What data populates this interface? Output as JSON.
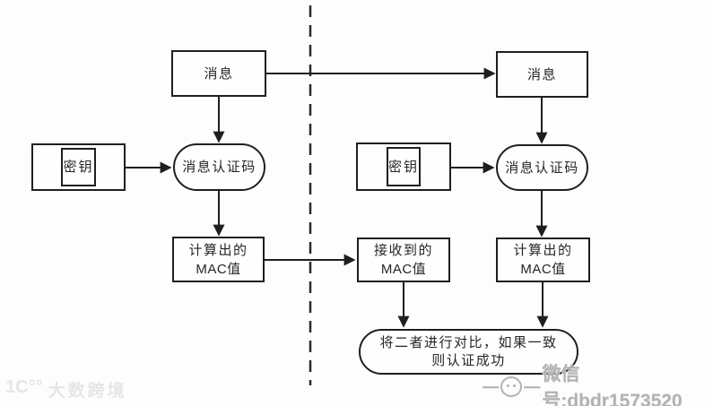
{
  "diagram": {
    "description": "MAC (message authentication code) computation and verification flow, sender side on the left of a dashed divider and receiver side on the right"
  },
  "nodes": {
    "message_left": {
      "label": "消息"
    },
    "message_right": {
      "label": "消息"
    },
    "key_left": {
      "label": "密钥"
    },
    "key_right": {
      "label": "密钥"
    },
    "mac_func_left": {
      "label": "消息认证码"
    },
    "mac_func_right": {
      "label": "消息认证码"
    },
    "calc_mac_left": {
      "line1": "计算出的",
      "line2": "MAC值"
    },
    "recv_mac": {
      "line1": "接收到的",
      "line2": "MAC值"
    },
    "calc_mac_right": {
      "line1": "计算出的",
      "line2": "MAC值"
    },
    "compare": {
      "line1": "将二者进行对比，如果一致",
      "line2": "则认证成功"
    }
  },
  "edges": [
    {
      "from": "message_left",
      "to": "mac_func_left"
    },
    {
      "from": "message_left",
      "to": "message_right"
    },
    {
      "from": "key_left",
      "to": "mac_func_left"
    },
    {
      "from": "mac_func_left",
      "to": "calc_mac_left"
    },
    {
      "from": "calc_mac_left",
      "to": "recv_mac"
    },
    {
      "from": "message_right",
      "to": "mac_func_right"
    },
    {
      "from": "key_right",
      "to": "mac_func_right"
    },
    {
      "from": "mac_func_right",
      "to": "calc_mac_right"
    },
    {
      "from": "recv_mac",
      "to": "compare"
    },
    {
      "from": "calc_mac_right",
      "to": "compare"
    }
  ],
  "watermarks": {
    "left": {
      "logo": "1C°°",
      "text": "大数跨境"
    },
    "right": {
      "dash": "—",
      "text": "微信号:dbdr1573520"
    }
  },
  "colors": {
    "line": "#1f1f1f",
    "text": "#262626",
    "background": "#fdfdfd",
    "watermark_left": "#e6e6e6",
    "watermark_right": "#b3b3b3"
  }
}
